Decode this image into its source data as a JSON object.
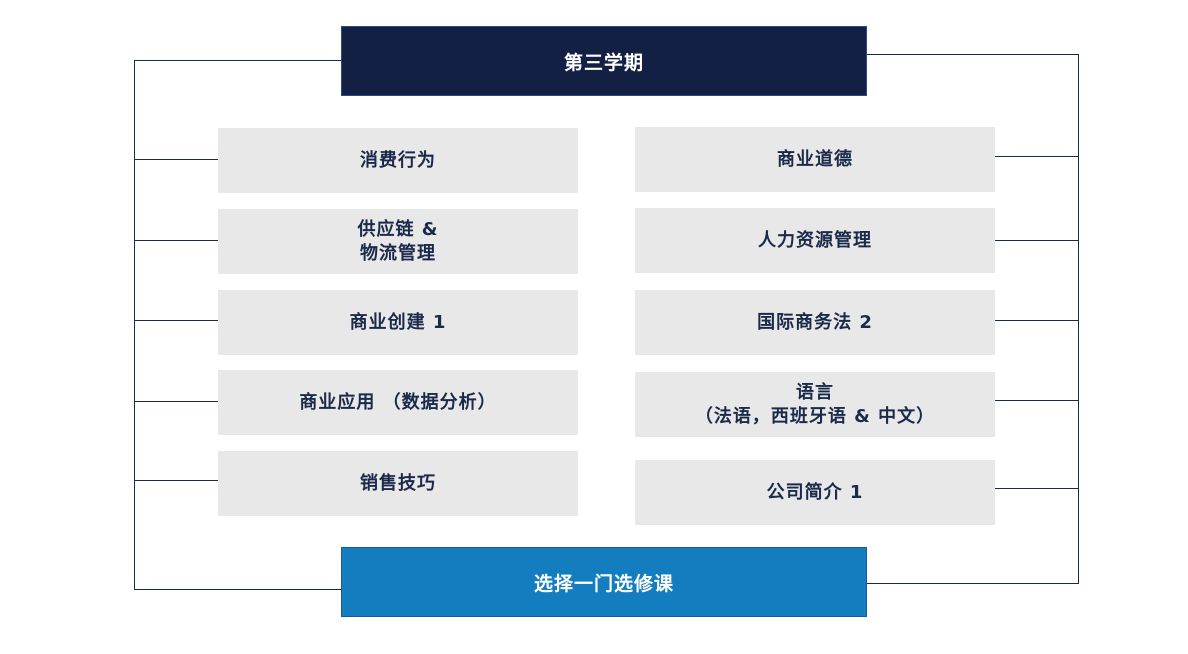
{
  "header": {
    "title": "第三学期"
  },
  "footer": {
    "label": "选择一门选修课"
  },
  "left_courses": [
    {
      "label": "消费行为"
    },
    {
      "label": "供应链 &\n物流管理"
    },
    {
      "label": "商业创建 1"
    },
    {
      "label": "商业应用 （数据分析）"
    },
    {
      "label": "销售技巧"
    }
  ],
  "right_courses": [
    {
      "label": "商业道德"
    },
    {
      "label": "人力资源管理"
    },
    {
      "label": "国际商务法 2"
    },
    {
      "label": "语言\n（法语，西班牙语 & 中文）"
    },
    {
      "label": "公司简介 1"
    }
  ],
  "colors": {
    "header_bg": "#132044",
    "footer_bg": "#147dc0",
    "box_bg": "#e8e8e8",
    "text": "#1b2a4a",
    "line": "#1b2a4a"
  }
}
